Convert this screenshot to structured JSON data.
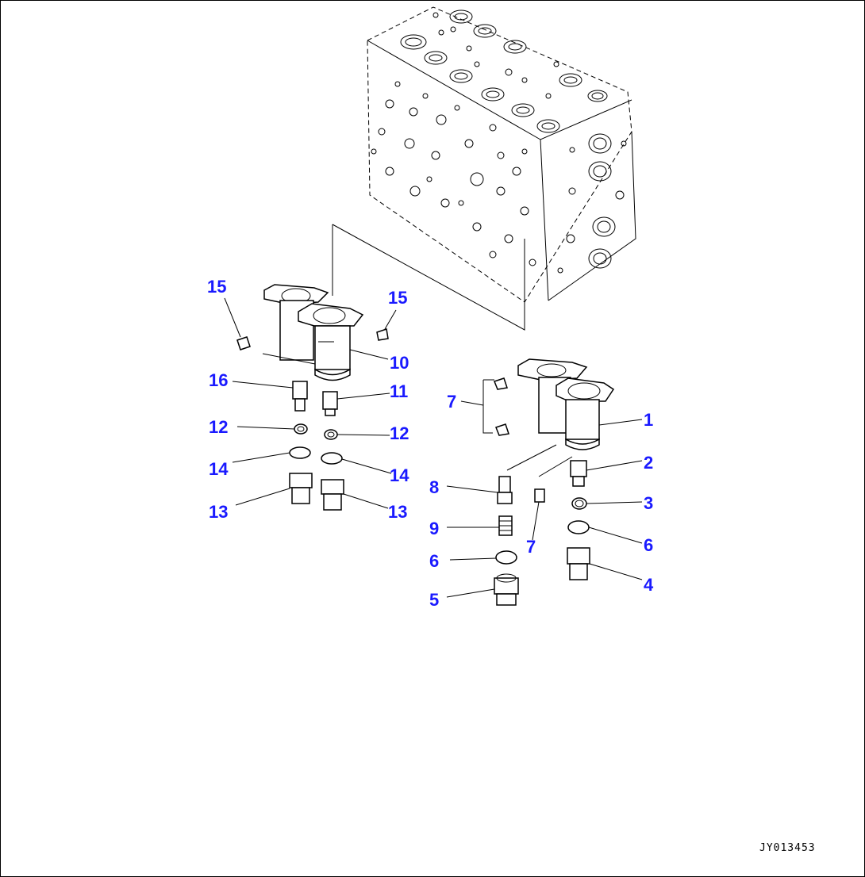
{
  "drawing_id": "JY013453",
  "callouts": [
    {
      "id": "c15a",
      "label": "15"
    },
    {
      "id": "c15b",
      "label": "15"
    },
    {
      "id": "c10",
      "label": "10"
    },
    {
      "id": "c16",
      "label": "16"
    },
    {
      "id": "c11",
      "label": "11"
    },
    {
      "id": "c12a",
      "label": "12"
    },
    {
      "id": "c12b",
      "label": "12"
    },
    {
      "id": "c14a",
      "label": "14"
    },
    {
      "id": "c14b",
      "label": "14"
    },
    {
      "id": "c13a",
      "label": "13"
    },
    {
      "id": "c13b",
      "label": "13"
    },
    {
      "id": "c7a",
      "label": "7"
    },
    {
      "id": "c1",
      "label": "1"
    },
    {
      "id": "c2",
      "label": "2"
    },
    {
      "id": "c3",
      "label": "3"
    },
    {
      "id": "c8",
      "label": "8"
    },
    {
      "id": "c9",
      "label": "9"
    },
    {
      "id": "c7b",
      "label": "7"
    },
    {
      "id": "c6a",
      "label": "6"
    },
    {
      "id": "c6b",
      "label": "6"
    },
    {
      "id": "c4",
      "label": "4"
    },
    {
      "id": "c5",
      "label": "5"
    }
  ]
}
